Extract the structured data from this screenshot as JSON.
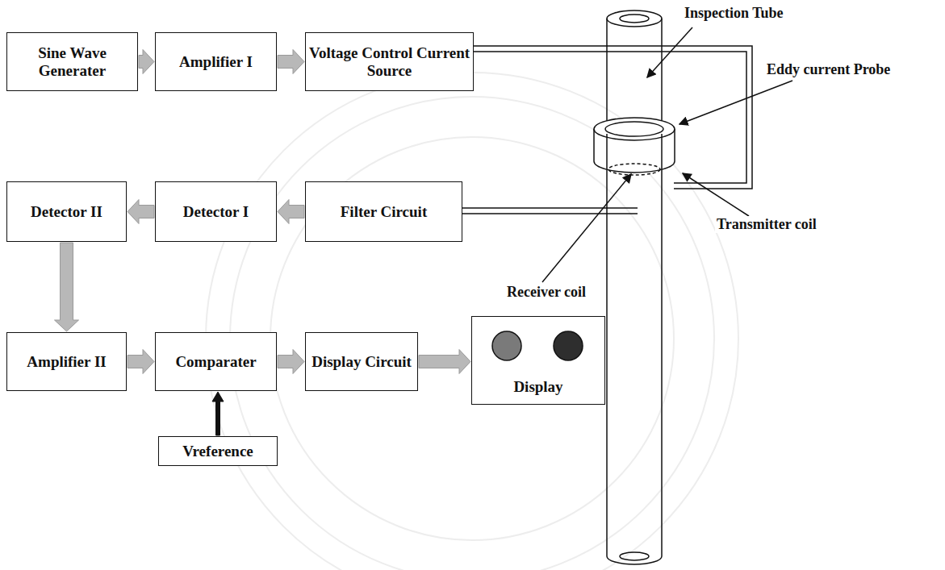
{
  "diagram": {
    "nodes": [
      {
        "text": [
          "Sine Wave Generater"
        ]
      },
      {
        "text": [
          "Amplifier I"
        ]
      },
      {
        "text": [
          "Voltage Control Current Source"
        ]
      },
      {
        "text": [
          "Detector II"
        ]
      },
      {
        "text": [
          "Detector I"
        ]
      },
      {
        "text": [
          "Filter Circuit"
        ]
      },
      {
        "text": [
          "Amplifier II"
        ]
      },
      {
        "text": [
          "Comparater"
        ]
      },
      {
        "text": [
          "Display Circuit"
        ]
      },
      {
        "text": [
          "Display"
        ]
      },
      {
        "text": [
          "Vreference"
        ]
      }
    ],
    "edges": [
      {
        "from": 0,
        "to": 1,
        "arrow": "to"
      },
      {
        "from": 1,
        "to": 2,
        "arrow": "to"
      },
      {
        "from": 5,
        "to": 4,
        "arrow": "to"
      },
      {
        "from": 4,
        "to": 3,
        "arrow": "to"
      },
      {
        "from": 3,
        "to": 6,
        "arrow": "to"
      },
      {
        "from": 6,
        "to": 7,
        "arrow": "to"
      },
      {
        "from": 7,
        "to": 8,
        "arrow": "to"
      },
      {
        "from": 8,
        "to": 9,
        "arrow": "to"
      },
      {
        "from": 10,
        "to": 7,
        "arrow": "to"
      }
    ],
    "labels": [
      "Inspection Tube",
      "Eddy current Probe",
      "Transmitter coil",
      "Receiver coil"
    ]
  }
}
